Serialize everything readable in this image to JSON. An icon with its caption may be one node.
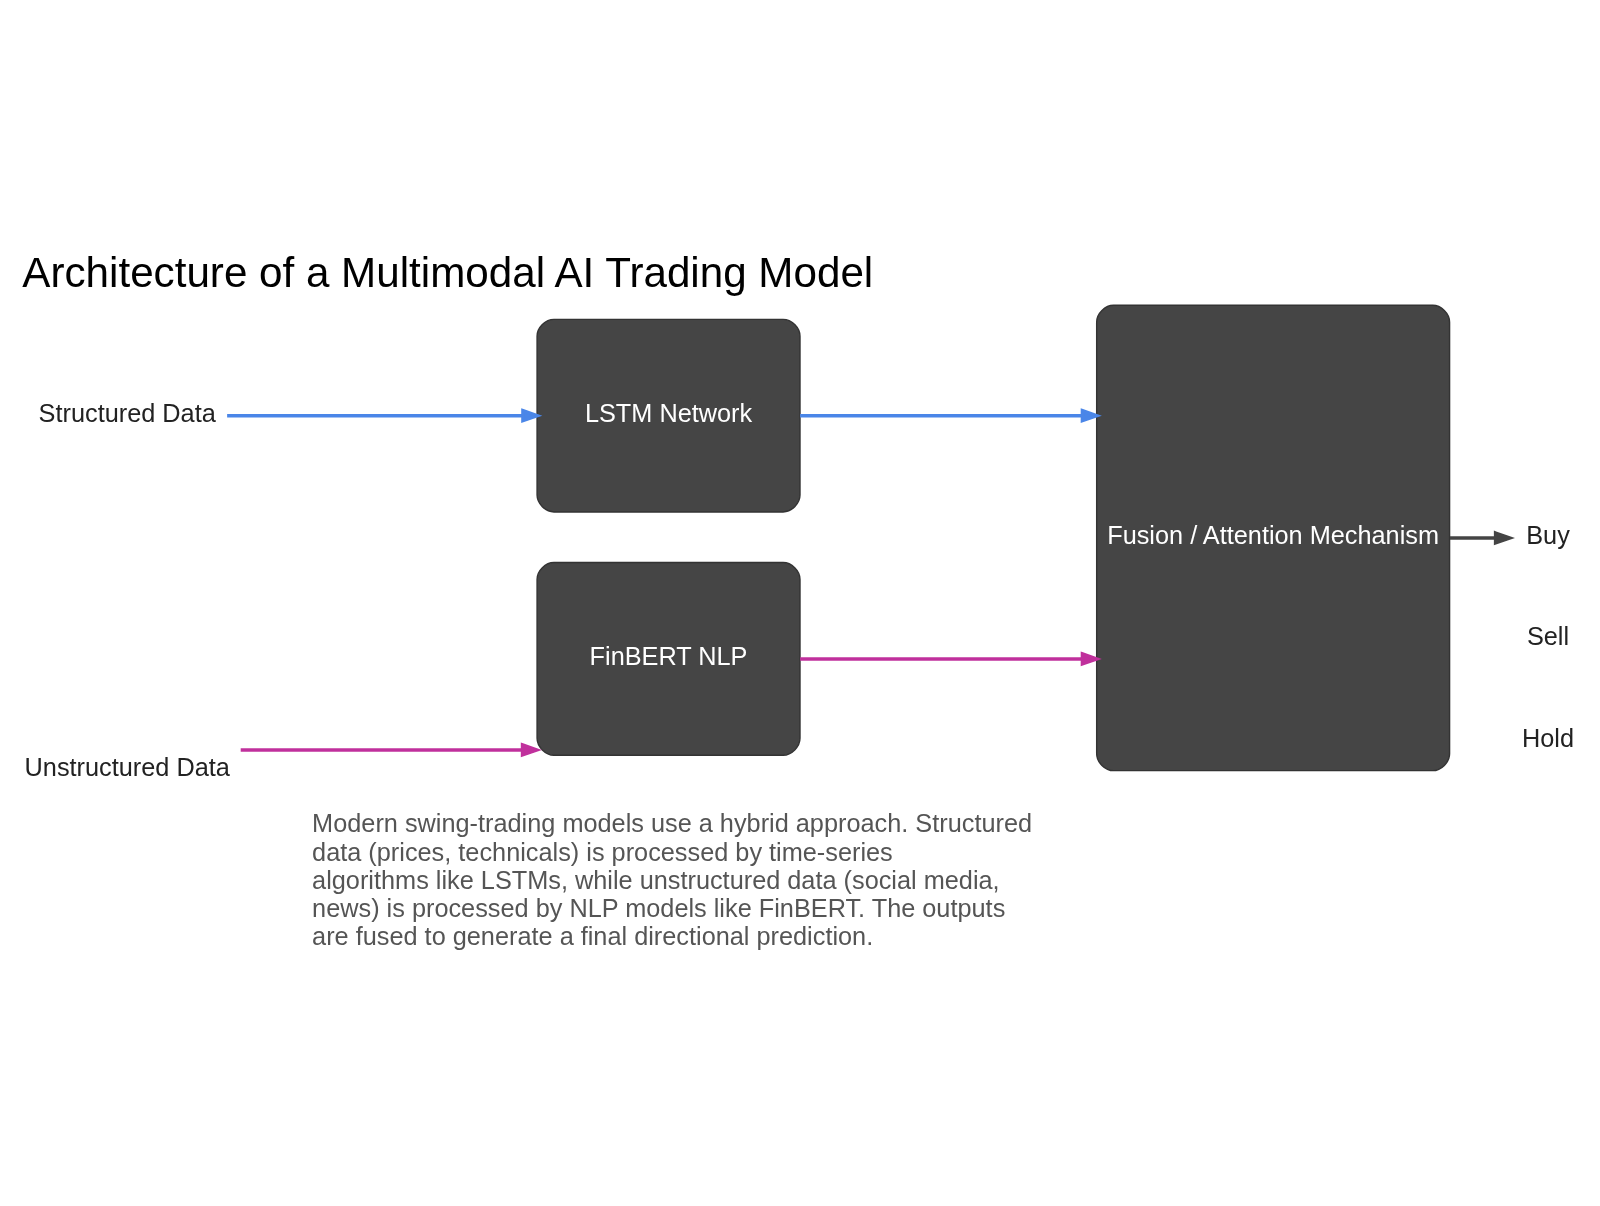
{
  "diagram": {
    "title": "Architecture of a Multimodal AI Trading Model",
    "caption": "Modern swing-trading models use a hybrid approach. Structured data (prices, technicals) is processed by time-series algorithms like LSTMs, while unstructured data (social media, news) is processed by NLP models like FinBERT. The outputs are fused to generate a final directional prediction.",
    "nodes": [
      {
        "text": [
          "Structured Data"
        ]
      },
      {
        "text": [
          "Unstructured Data"
        ]
      },
      {
        "text": [
          "LSTM Network"
        ]
      },
      {
        "text": [
          "FinBERT NLP"
        ]
      },
      {
        "text": [
          "Fusion / Attention Mechanism"
        ]
      },
      {
        "text": [
          "Buy"
        ]
      },
      {
        "text": [
          "Sell"
        ]
      },
      {
        "text": [
          "Hold"
        ]
      }
    ],
    "edges": [
      {
        "from": 0,
        "to": 2,
        "arrow": "to",
        "color": "#4a86e8"
      },
      {
        "from": 1,
        "to": 3,
        "arrow": "to",
        "color": "#c0309c"
      },
      {
        "from": 2,
        "to": 4,
        "arrow": "to",
        "color": "#4a86e8"
      },
      {
        "from": 3,
        "to": 4,
        "arrow": "to",
        "color": "#c0309c"
      },
      {
        "from": 4,
        "to": 5,
        "arrow": "to",
        "color": "#444444"
      }
    ]
  }
}
